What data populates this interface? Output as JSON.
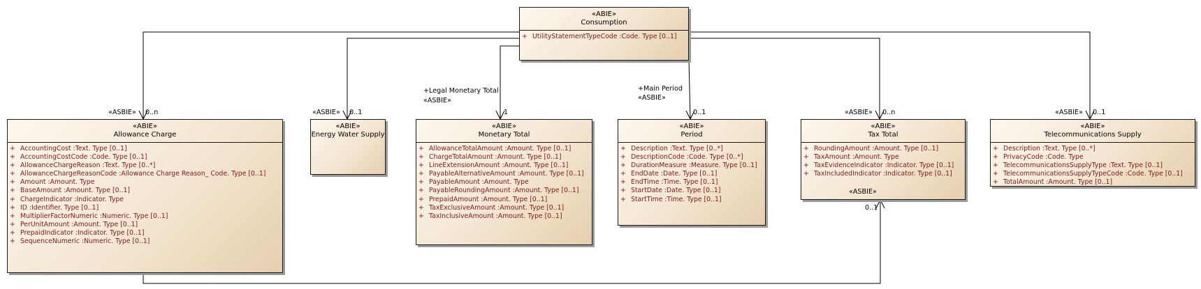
{
  "classes": {
    "consumption": {
      "stereotype": "«ABIE»",
      "name": "Consumption",
      "attributes": [
        {
          "vis": "+",
          "text": "UtilityStatementTypeCode  :Code. Type [0..1]"
        }
      ]
    },
    "allowance_charge": {
      "stereotype": "«ABIE»",
      "name": "Allowance Charge",
      "attributes": [
        {
          "vis": "+",
          "text": "AccountingCost  :Text. Type [0..1]"
        },
        {
          "vis": "+",
          "text": "AccountingCostCode  :Code. Type [0..1]"
        },
        {
          "vis": "+",
          "text": "AllowanceChargeReason  :Text. Type [0..*]"
        },
        {
          "vis": "+",
          "text": "AllowanceChargeReasonCode  :Allowance Charge Reason_ Code. Type [0..1]"
        },
        {
          "vis": "+",
          "text": "Amount  :Amount. Type"
        },
        {
          "vis": "+",
          "text": "BaseAmount  :Amount. Type [0..1]"
        },
        {
          "vis": "+",
          "text": "ChargeIndicator  :Indicator. Type"
        },
        {
          "vis": "+",
          "text": "ID  :Identifier. Type [0..1]"
        },
        {
          "vis": "+",
          "text": "MultiplierFactorNumeric  :Numeric. Type [0..1]"
        },
        {
          "vis": "+",
          "text": "PerUnitAmount  :Amount. Type [0..1]"
        },
        {
          "vis": "+",
          "text": "PrepaidIndicator  :Indicator. Type [0..1]"
        },
        {
          "vis": "+",
          "text": "SequenceNumeric  :Numeric. Type [0..1]"
        }
      ]
    },
    "energy_water_supply": {
      "stereotype": "«ABIE»",
      "name": "Energy Water Supply",
      "attributes": []
    },
    "monetary_total": {
      "stereotype": "«ABIE»",
      "name": "Monetary Total",
      "attributes": [
        {
          "vis": "+",
          "text": "AllowanceTotalAmount  :Amount. Type [0..1]"
        },
        {
          "vis": "+",
          "text": "ChargeTotalAmount  :Amount. Type [0..1]"
        },
        {
          "vis": "+",
          "text": "LineExtensionAmount  :Amount. Type [0..1]"
        },
        {
          "vis": "+",
          "text": "PayableAlternativeAmount  :Amount. Type [0..1]"
        },
        {
          "vis": "+",
          "text": "PayableAmount  :Amount. Type"
        },
        {
          "vis": "+",
          "text": "PayableRoundingAmount  :Amount. Type [0..1]"
        },
        {
          "vis": "+",
          "text": "PrepaidAmount  :Amount. Type [0..1]"
        },
        {
          "vis": "+",
          "text": "TaxExclusiveAmount  :Amount. Type [0..1]"
        },
        {
          "vis": "+",
          "text": "TaxInclusiveAmount  :Amount. Type [0..1]"
        }
      ]
    },
    "period": {
      "stereotype": "«ABIE»",
      "name": "Period",
      "attributes": [
        {
          "vis": "+",
          "text": "Description  :Text. Type [0..*]"
        },
        {
          "vis": "+",
          "text": "DescriptionCode  :Code. Type [0..*]"
        },
        {
          "vis": "+",
          "text": "DurationMeasure  :Measure. Type [0..1]"
        },
        {
          "vis": "+",
          "text": "EndDate  :Date. Type [0..1]"
        },
        {
          "vis": "+",
          "text": "EndTime  :Time. Type [0..1]"
        },
        {
          "vis": "+",
          "text": "StartDate  :Date. Type [0..1]"
        },
        {
          "vis": "+",
          "text": "StartTime  :Time. Type [0..1]"
        }
      ]
    },
    "tax_total": {
      "stereotype": "«ABIE»",
      "name": "Tax Total",
      "attributes": [
        {
          "vis": "+",
          "text": "RoundingAmount  :Amount. Type [0..1]"
        },
        {
          "vis": "+",
          "text": "TaxAmount  :Amount. Type"
        },
        {
          "vis": "+",
          "text": "TaxEvidenceIndicator  :Indicator. Type [0..1]"
        },
        {
          "vis": "+",
          "text": "TaxIncludedIndicator  :Indicator. Type [0..1]"
        }
      ]
    },
    "telecommunications_supply": {
      "stereotype": "«ABIE»",
      "name": "Telecommunications Supply",
      "attributes": [
        {
          "vis": "+",
          "text": "Description  :Text. Type [0..*]"
        },
        {
          "vis": "+",
          "text": "PrivacyCode  :Code. Type"
        },
        {
          "vis": "+",
          "text": "TelecommunicationsSupplyType  :Text. Type [0..1]"
        },
        {
          "vis": "+",
          "text": "TelecommunicationsSupplyTypeCode  :Code. Type [0..1]"
        },
        {
          "vis": "+",
          "text": "TotalAmount  :Amount. Type [0..1]"
        }
      ]
    }
  },
  "associations": {
    "allowance_charge": {
      "stereotype": "«ASBIE»",
      "multiplicity": "0..n"
    },
    "energy_water_supply": {
      "stereotype": "«ASBIE»",
      "multiplicity": "0..1"
    },
    "monetary_total": {
      "role": "+Legal Monetary Total",
      "stereotype": "«ASBIE»",
      "multiplicity": "1"
    },
    "period": {
      "role": "+Main Period",
      "stereotype": "«ASBIE»",
      "multiplicity": "0..1"
    },
    "tax_total": {
      "stereotype": "«ASBIE»",
      "multiplicity": "0..n"
    },
    "telecommunications_supply": {
      "stereotype": "«ASBIE»",
      "multiplicity": "0..1"
    },
    "allowance_to_tax": {
      "stereotype": "«ASBIE»",
      "multiplicity": "0..1"
    }
  }
}
